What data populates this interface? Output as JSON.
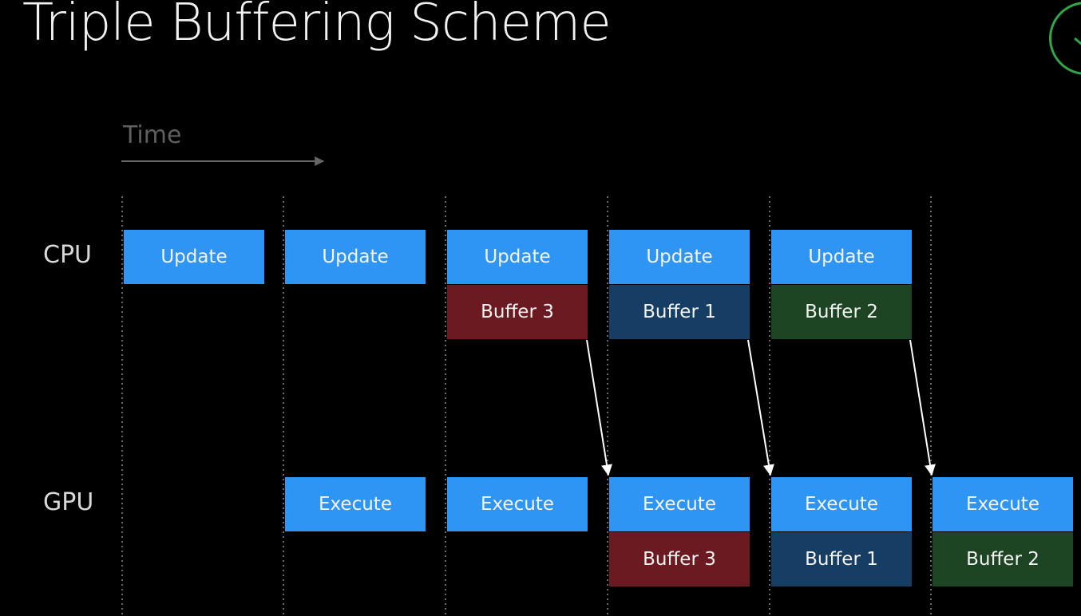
{
  "title": "Triple Buffering Scheme",
  "time_label": "Time",
  "rows": {
    "cpu": "CPU",
    "gpu": "GPU"
  },
  "colors": {
    "work": "#2f95f5",
    "buffer_1": "#163d63",
    "buffer_2": "#1d4423",
    "buffer_3": "#6a1a20",
    "badge": "#2ea84a"
  },
  "cpu_row": {
    "updates": [
      "Update",
      "Update",
      "Update",
      "Update",
      "Update"
    ],
    "buffers": [
      "Buffer 3",
      "Buffer 1",
      "Buffer 2"
    ]
  },
  "gpu_row": {
    "executes": [
      "Execute",
      "Execute",
      "Execute",
      "Execute",
      "Execute"
    ],
    "buffers": [
      "Buffer 3",
      "Buffer 1",
      "Buffer 2"
    ]
  }
}
